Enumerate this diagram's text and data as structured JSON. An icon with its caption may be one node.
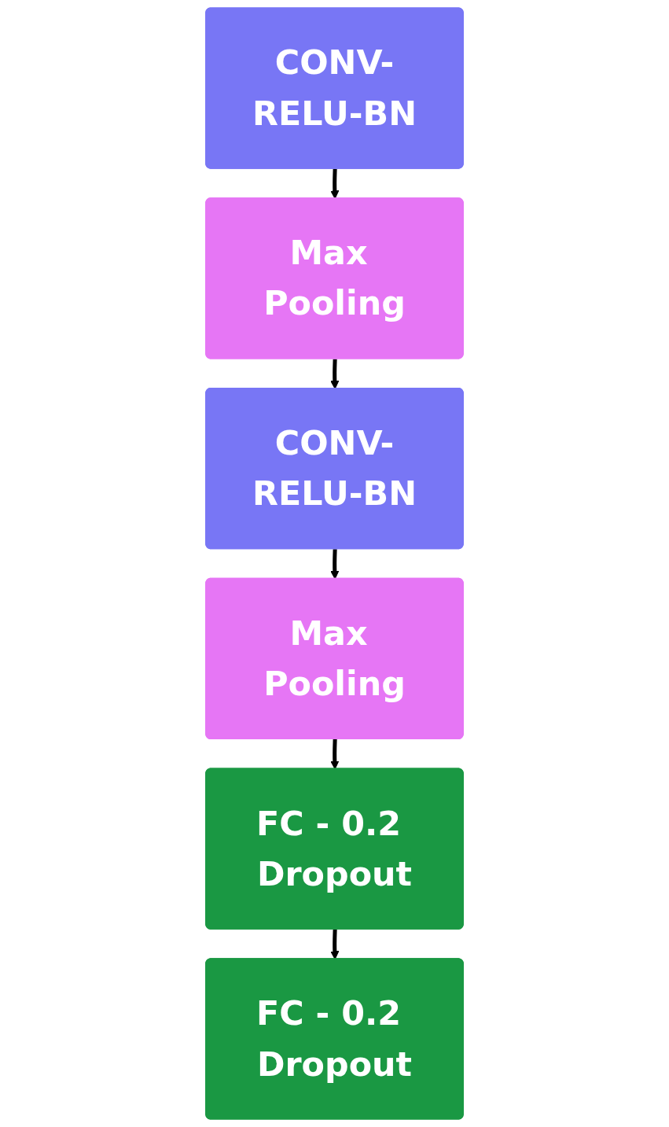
{
  "diagram": {
    "nodes": [
      {
        "text": [
          "CONV-RELU-BN"
        ]
      },
      {
        "text": [
          "Max Pooling"
        ]
      },
      {
        "text": [
          "CONV-RELU-BN"
        ]
      },
      {
        "text": [
          "Max Pooling"
        ]
      },
      {
        "text": [
          "FC - 0.2 Dropout"
        ]
      },
      {
        "text": [
          "FC - 0.2 Dropout"
        ]
      }
    ],
    "edges": [
      {
        "from": 0,
        "to": 1,
        "arrow": "to"
      },
      {
        "from": 1,
        "to": 2,
        "arrow": "to"
      },
      {
        "from": 2,
        "to": 3,
        "arrow": "to"
      },
      {
        "from": 3,
        "to": 4,
        "arrow": "to"
      },
      {
        "from": 4,
        "to": 5,
        "arrow": "to"
      }
    ]
  }
}
